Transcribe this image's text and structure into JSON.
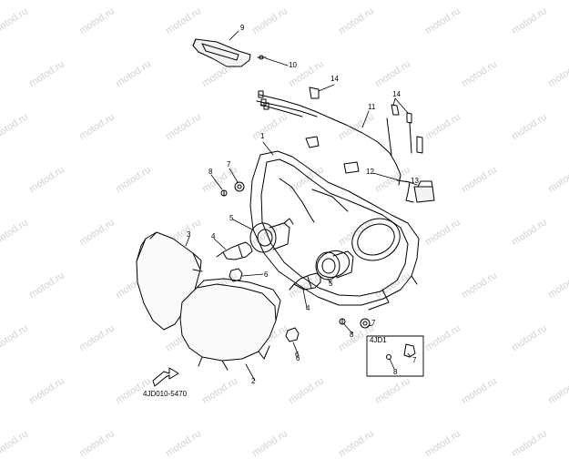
{
  "watermark": "motod.ru",
  "callouts": [
    "9",
    "10",
    "14",
    "11",
    "14",
    "1",
    "7",
    "8",
    "12",
    "13",
    "5",
    "3",
    "4",
    "6",
    "5",
    "4",
    "6",
    "8",
    "7",
    "2",
    "6",
    "4JD1",
    "7",
    "8"
  ],
  "drawing_code": "4JD010-5470",
  "colors": {
    "line": "#000000",
    "watermark": "#d2d2d2",
    "background": "#ffffff"
  }
}
